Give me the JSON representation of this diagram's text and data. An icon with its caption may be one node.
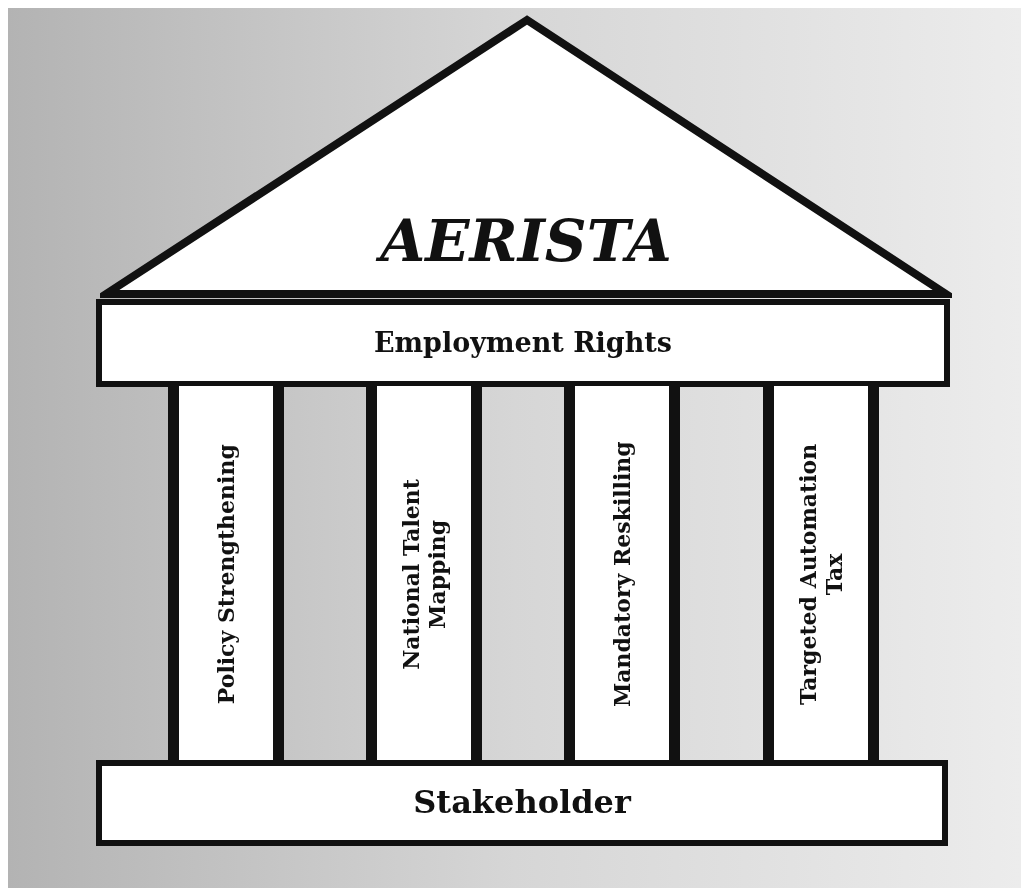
{
  "diagram": {
    "nodes": [
      {
        "text": [
          "AERISTA"
        ]
      },
      {
        "text": [
          "Employment Rights"
        ]
      },
      {
        "text": [
          "Policy Strengthening"
        ]
      },
      {
        "text": [
          "National Talent Mapping"
        ]
      },
      {
        "text": [
          "Mandatory Reskilling"
        ]
      },
      {
        "text": [
          "Targeted Automation Tax"
        ]
      },
      {
        "text": [
          "Stakeholder"
        ]
      }
    ]
  }
}
